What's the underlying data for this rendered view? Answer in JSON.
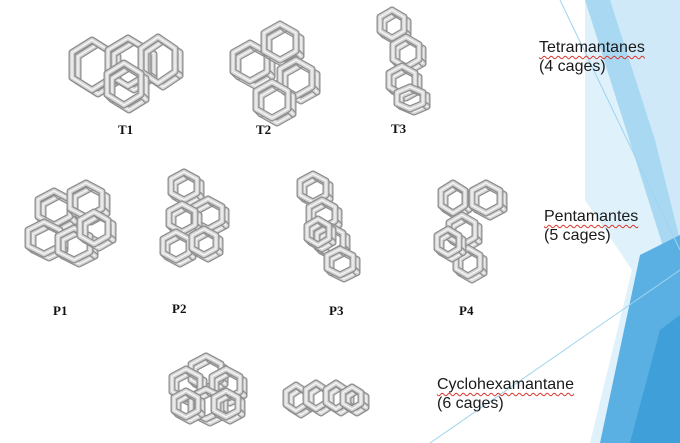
{
  "groups": [
    {
      "title": "Tetramantanes",
      "subtitle": "(4 cages)",
      "labels": [
        "T1",
        "T2",
        "T3"
      ]
    },
    {
      "title": "Pentamantes",
      "subtitle": "(5 cages)",
      "labels": [
        "P1",
        "P2",
        "P3",
        "P4"
      ]
    },
    {
      "title": "Cyclohexamantane",
      "subtitle": "(6 cages)",
      "labels": []
    }
  ],
  "colors": {
    "cage_fill": "#d4d4d4",
    "cage_edge": "#8e8e8e",
    "accent_blue": "#5ab0e3",
    "accent_blue_light": "#bfe3f6"
  }
}
